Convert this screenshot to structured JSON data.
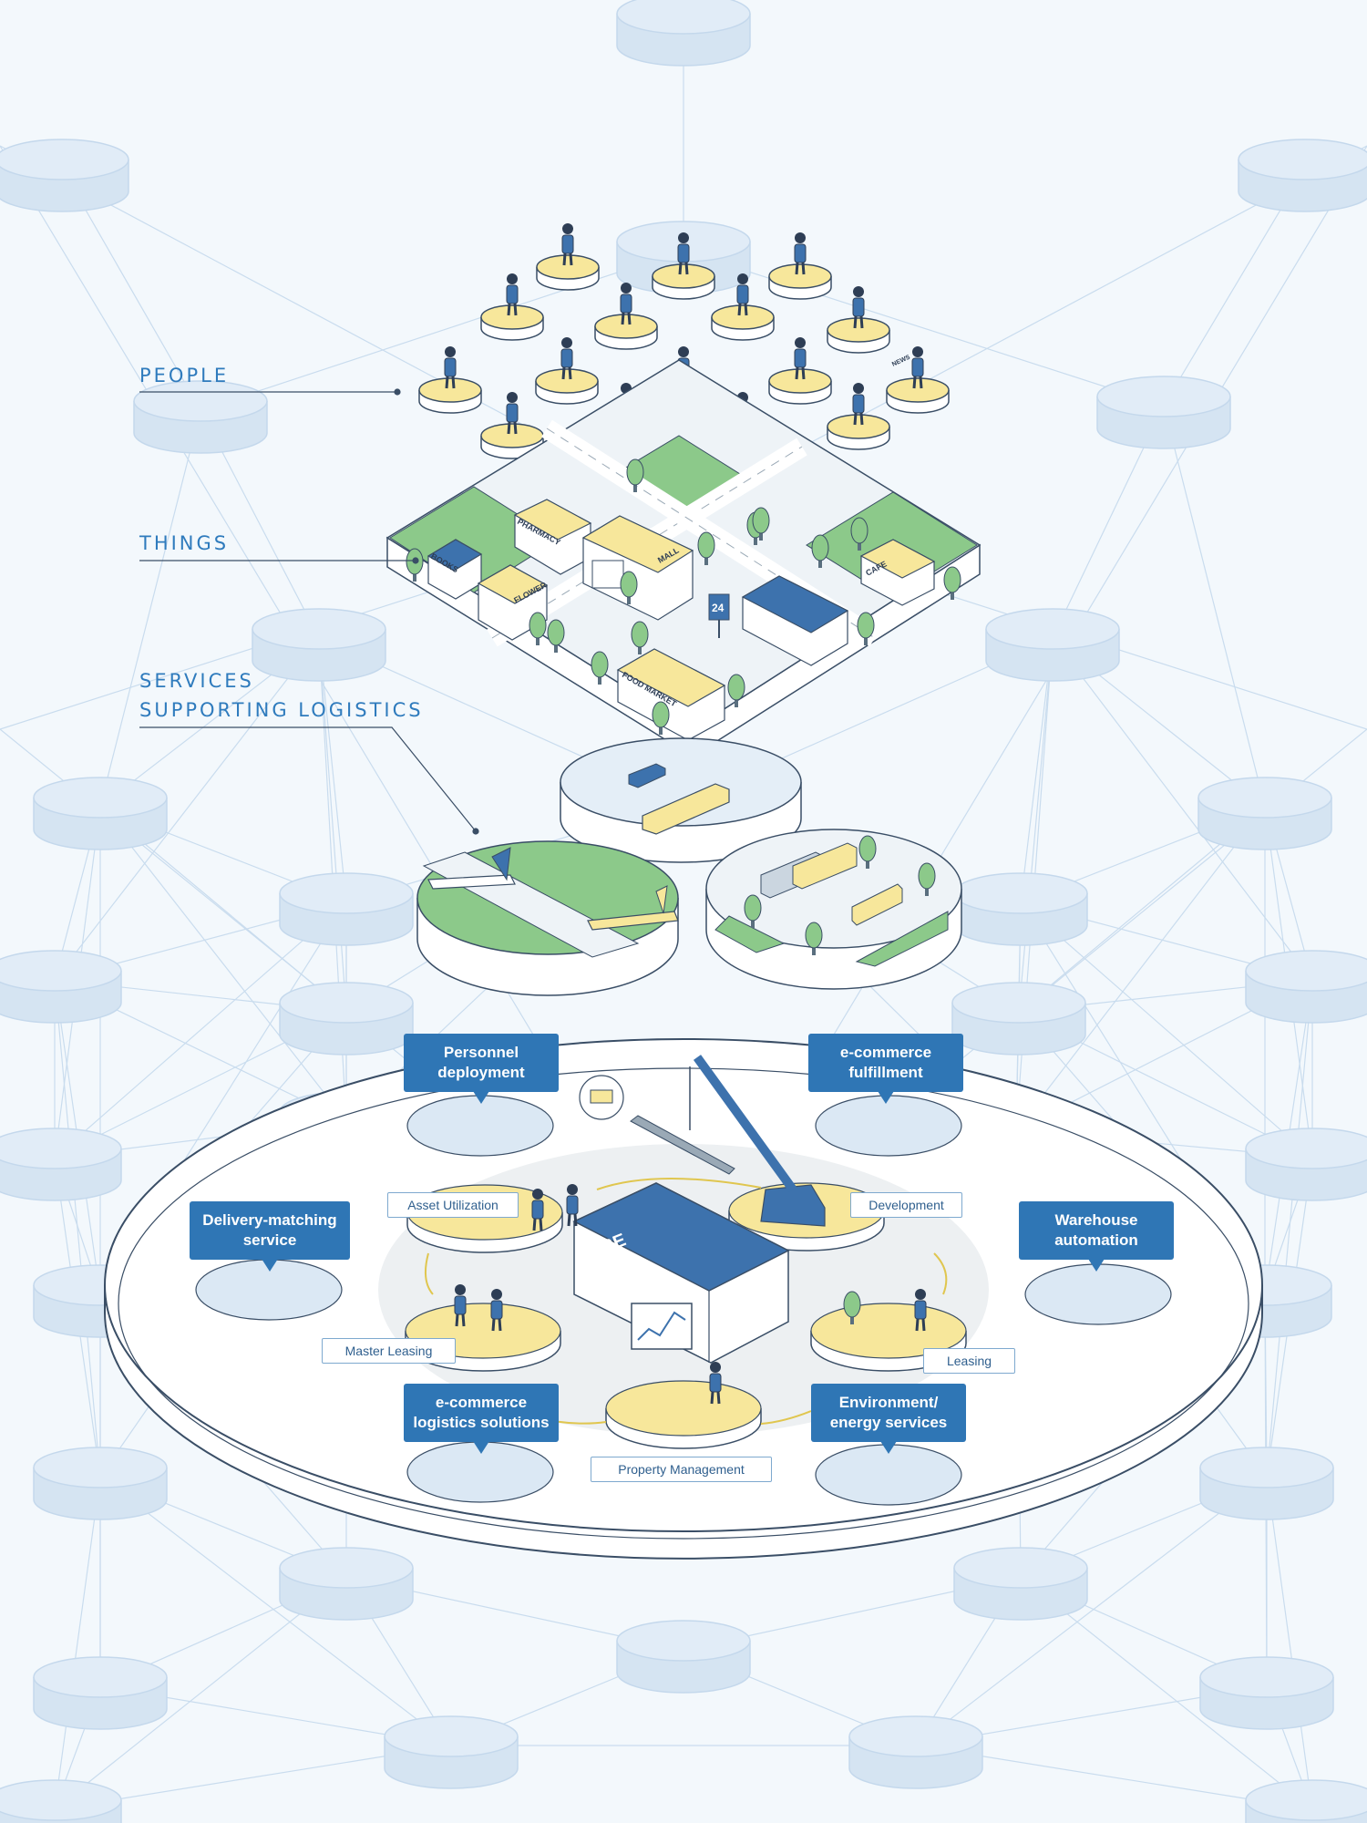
{
  "layers": {
    "people": "PEOPLE",
    "things": "THINGS",
    "services_line1": "SERVICES",
    "services_line2": "SUPPORTING LOGISTICS"
  },
  "city": {
    "pharmacy": "PHARMACY",
    "mall": "MALL",
    "books": "BOOKS",
    "flower": "FLOWER",
    "cafe": "CAFE",
    "food_market": "FOOD MARKET",
    "store_24": "24",
    "news": "NEWS"
  },
  "services": {
    "personnel": "Personnel\ndeployment",
    "ecommerce_fulfillment": "e-commerce\nfulfillment",
    "delivery_matching": "Delivery-matching\nservice",
    "warehouse_automation": "Warehouse\nautomation",
    "ecommerce_logistics": "e-commerce\nlogistics solutions",
    "environment_energy": "Environment/\nenergy services"
  },
  "functions": {
    "asset_utilization": "Asset Utilization",
    "development": "Development",
    "master_leasing": "Master Leasing",
    "leasing": "Leasing",
    "property_management": "Property Management"
  },
  "brand": {
    "logo_text": "CRE"
  },
  "colors": {
    "background": "#f3f8fc",
    "accent_blue": "#2f76b5",
    "label_blue": "#2f7bbd",
    "yellow": "#f6e79a",
    "green": "#8cc98a",
    "node_blue": "#dbe8f4"
  }
}
